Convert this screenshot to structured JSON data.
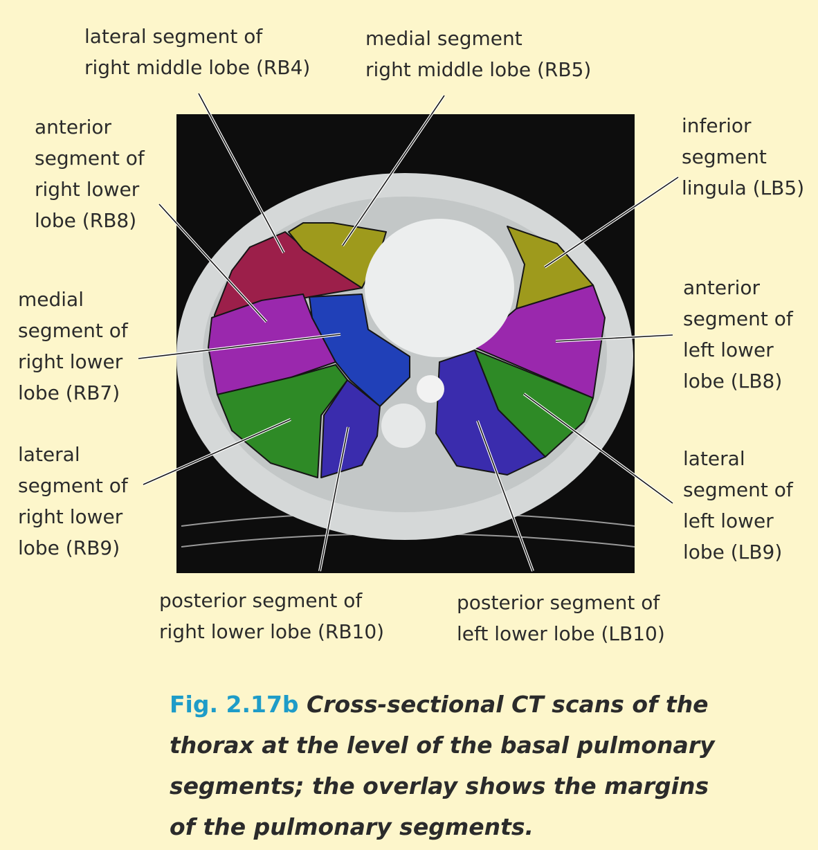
{
  "labels": {
    "rb4": "lateral segment of\nright middle lobe (RB4)",
    "rb5": "medial segment\nright middle lobe (RB5)",
    "rb8": "anterior\nsegment of\nright lower\nlobe (RB8)",
    "rb7": "medial\nsegment of\nright lower\nlobe (RB7)",
    "rb9": "lateral\nsegment of\nright lower\nlobe (RB9)",
    "rb10": "posterior segment of\nright lower lobe (RB10)",
    "lb5": "inferior\nsegment\nlingula (LB5)",
    "lb8": "anterior\nsegment of\nleft lower\nlobe (LB8)",
    "lb9": "lateral\nsegment of\nleft lower\nlobe (LB9)",
    "lb10": "posterior segment of\nleft lower lobe (LB10)"
  },
  "caption": {
    "figure_number": "Fig. 2.17b",
    "text": " Cross-sectional CT scans of the thorax at the level of the basal pulmonary segments; the overlay shows the margins of the pulmonary segments."
  },
  "colors": {
    "background": "#fdf6cb",
    "caption_accent": "#1e9cc8",
    "segment_red": "#9c1f4a",
    "segment_yellow": "#9e9a1c",
    "segment_purple": "#9a28ad",
    "segment_blue": "#2040b8",
    "segment_indigo": "#3a2cad",
    "segment_green": "#2e8a26"
  }
}
